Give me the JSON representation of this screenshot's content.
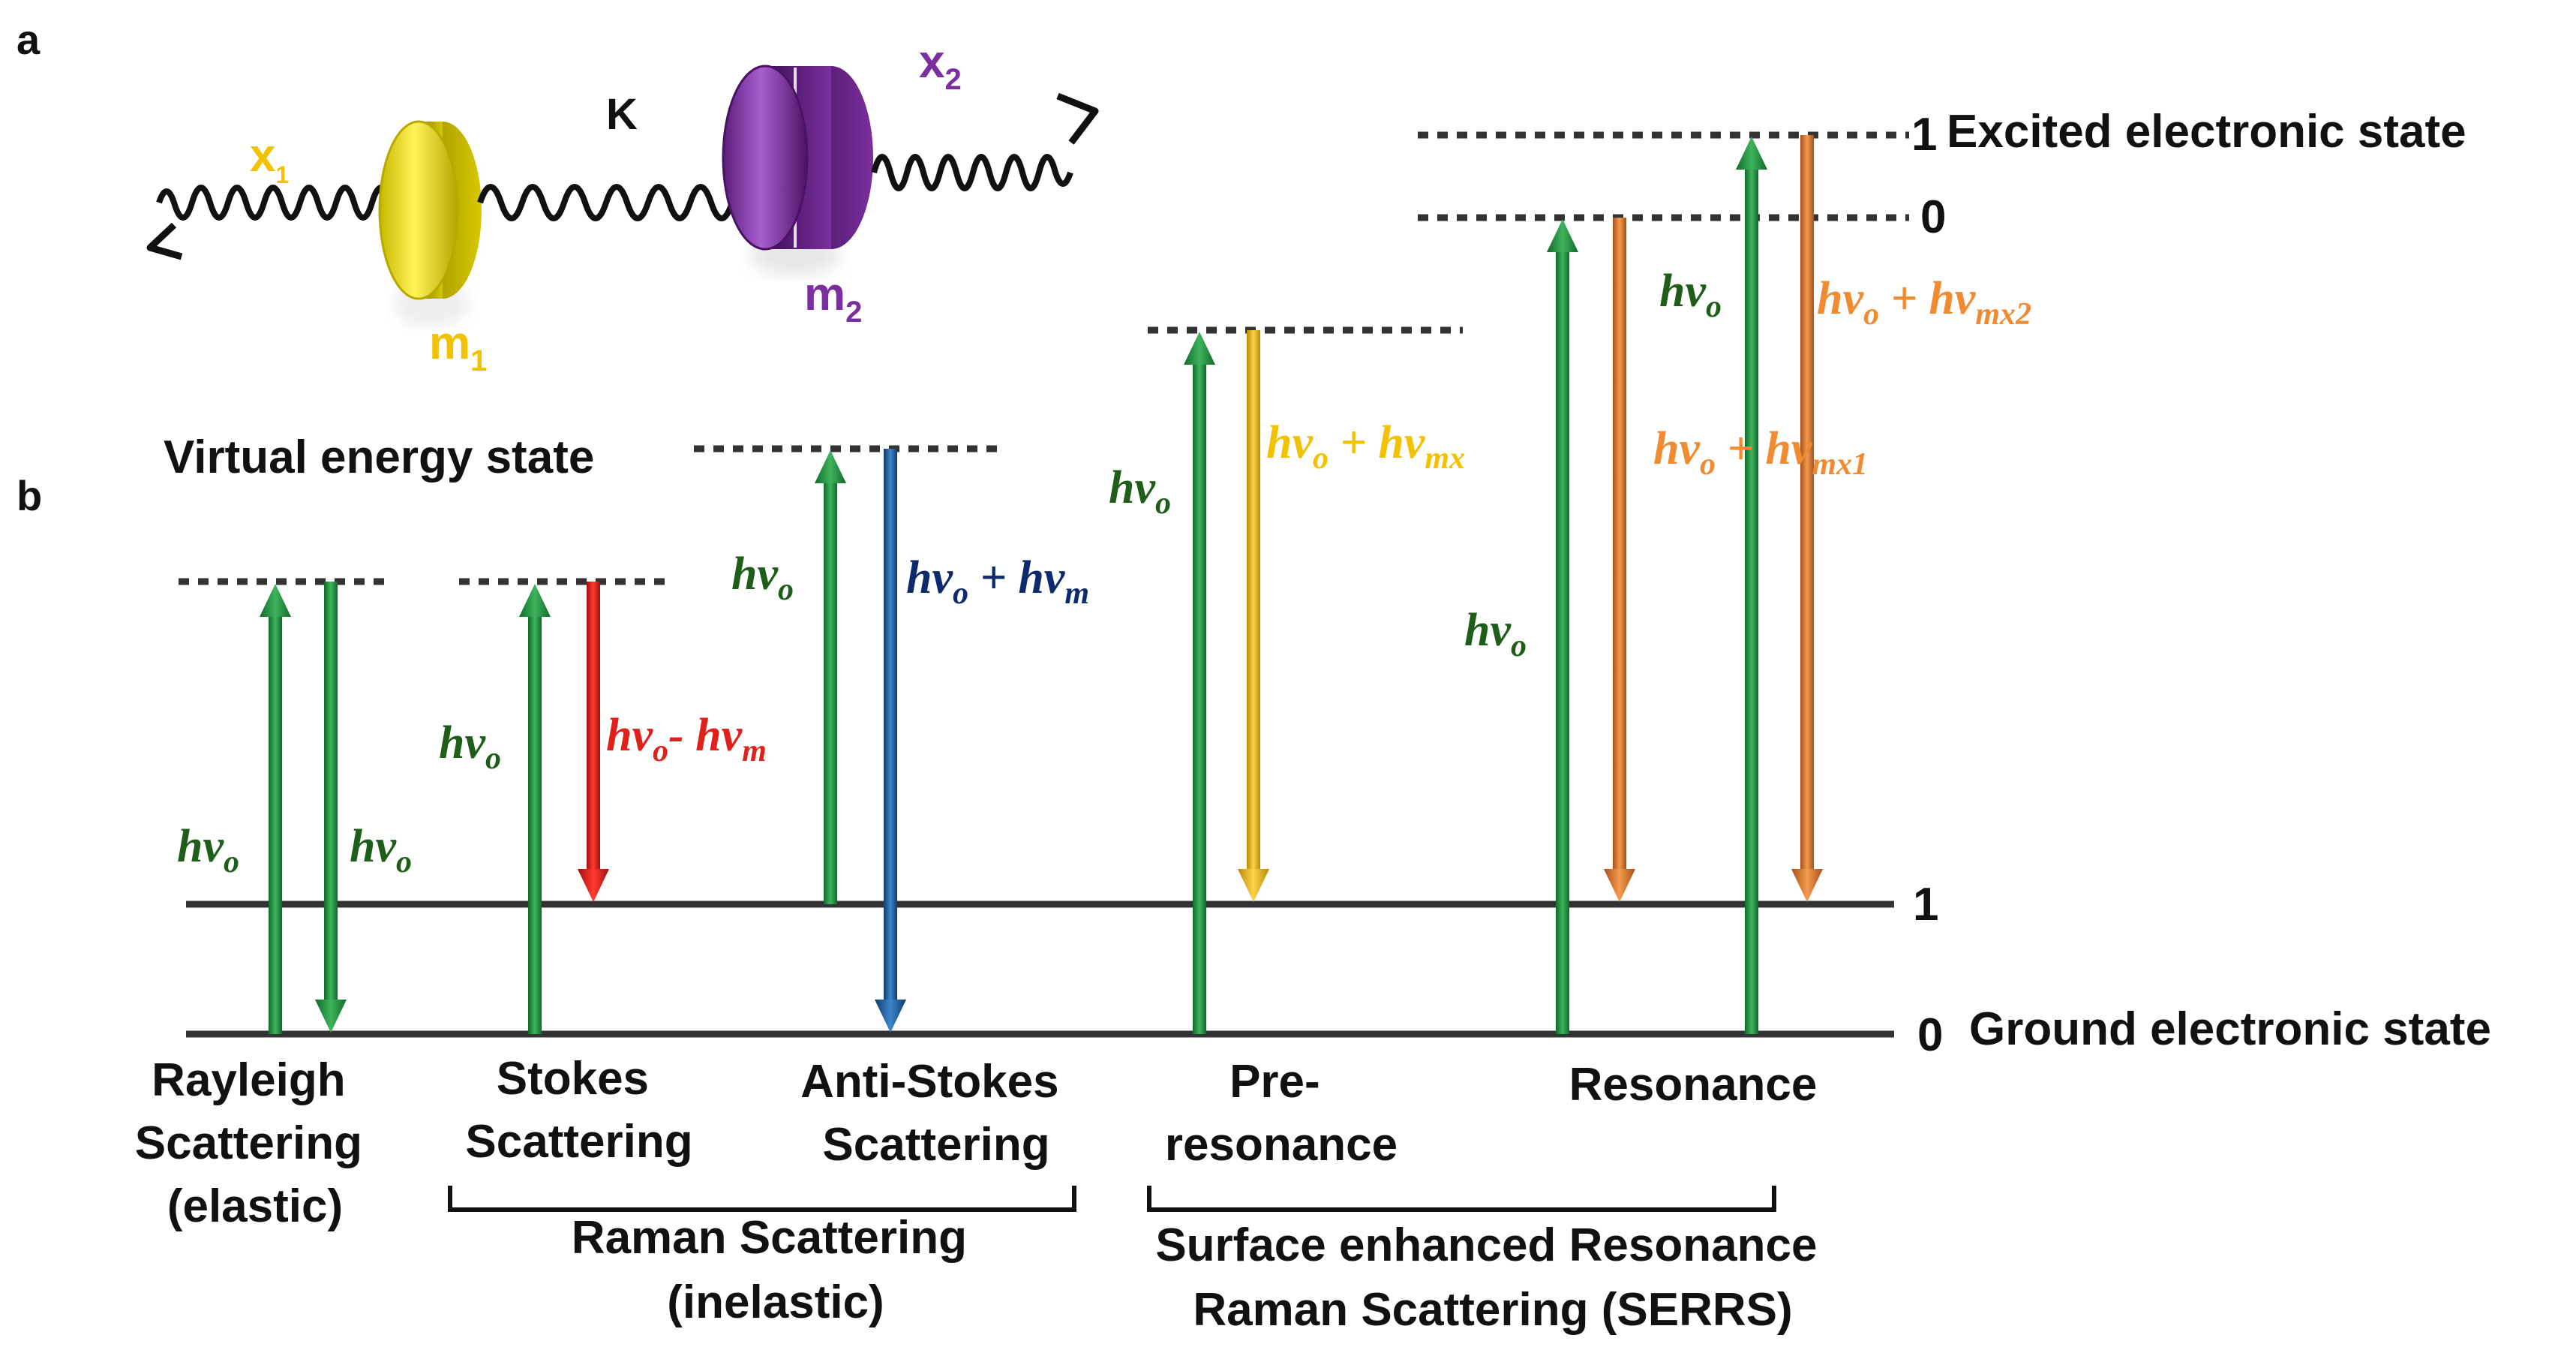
{
  "panel_a": {
    "panel_label": "a",
    "mass1_label": "m",
    "mass1_sub": "1",
    "mass2_label": "m",
    "mass2_sub": "2",
    "disp1_label": "x",
    "disp1_sub": "1",
    "disp2_label": "x",
    "disp2_sub": "2",
    "spring_label": "K"
  },
  "panel_b": {
    "panel_label": "b",
    "virtual_state_label": "Virtual energy state",
    "excited_state_label": "Excited electronic state",
    "ground_state_label": "Ground electronic state",
    "level_excited_1": "1",
    "level_excited_0": "0",
    "level_ground_1": "1",
    "level_ground_0": "0"
  },
  "labels": {
    "rayleigh_up": {
      "base": "hν",
      "sub": "o"
    },
    "rayleigh_down": {
      "base": "hν",
      "sub": "o"
    },
    "stokes_up": {
      "base": "hν",
      "sub": "o"
    },
    "stokes_down": {
      "base": "hν",
      "sub": "o",
      "mid": "- hν",
      "sub2": "m"
    },
    "antistokes_up": {
      "base": "hν",
      "sub": "o"
    },
    "antistokes_down": {
      "base": "hν",
      "sub": "o",
      "mid": " + hν",
      "sub2": "m"
    },
    "preres_up": {
      "base": "hν",
      "sub": "o"
    },
    "preres_down": {
      "base": "hν",
      "sub": "o",
      "mid": " + hν",
      "sub2": "mx"
    },
    "res_up1": {
      "base": "hν",
      "sub": "o"
    },
    "res_down1": {
      "base": "hν",
      "sub": "o",
      "mid": " + hν",
      "sub2": "mx1"
    },
    "res_up2": {
      "base": "hν",
      "sub": "o"
    },
    "res_down2": {
      "base": "hν",
      "sub": "o",
      "mid": " + hν",
      "sub2": "mx2"
    }
  },
  "categories": {
    "rayleigh": [
      "Rayleigh",
      "Scattering",
      "(elastic)"
    ],
    "stokes": [
      "Stokes",
      "Scattering"
    ],
    "antistokes": [
      "Anti-Stokes",
      "Scattering"
    ],
    "preresonance": [
      "Pre-",
      "resonance"
    ],
    "resonance": [
      "Resonance"
    ],
    "raman_group": [
      "Raman Scattering",
      "(inelastic)"
    ],
    "serrs_group": [
      "Surface enhanced Resonance",
      "Raman Scattering (SERRS)"
    ]
  },
  "colors": {
    "excitation_green": "#1e8a3c",
    "label_green": "#1f5e1a",
    "stokes_red": "#e0201b",
    "antistokes_blue": "#1f5e9e",
    "antistokes_label": "#0d2a6e",
    "preres_yellow": "#e6b51e",
    "preres_label": "#f2c200",
    "resonance_orange": "#e07a2a",
    "resonance_label": "#f08b32",
    "mass1_yellow": "#f0e21a",
    "mass2_purple": "#7b2f9e",
    "level_line": "#3a3a3a"
  }
}
